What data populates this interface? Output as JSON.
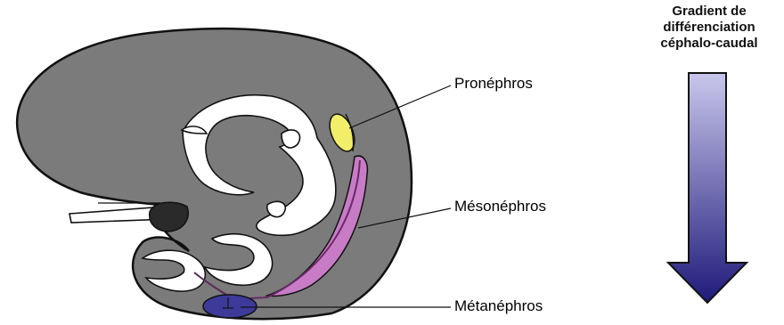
{
  "labels": {
    "pronephros": "Pronéphros",
    "mesonephros": "Mésonéphros",
    "metanephros": "Métanéphros"
  },
  "gradient": {
    "title_lines": [
      "Gradient de",
      "différenciation",
      "céphalo-caudal"
    ],
    "color_top": "#c9c6ec",
    "color_bottom": "#1e1a7a"
  },
  "colors": {
    "embryo_body": "#7b7b7b",
    "pronephros": "#f2ee6a",
    "mesonephros": "#c97cc6",
    "metanephros": "#3d3a9a",
    "background": "#ffffff"
  }
}
